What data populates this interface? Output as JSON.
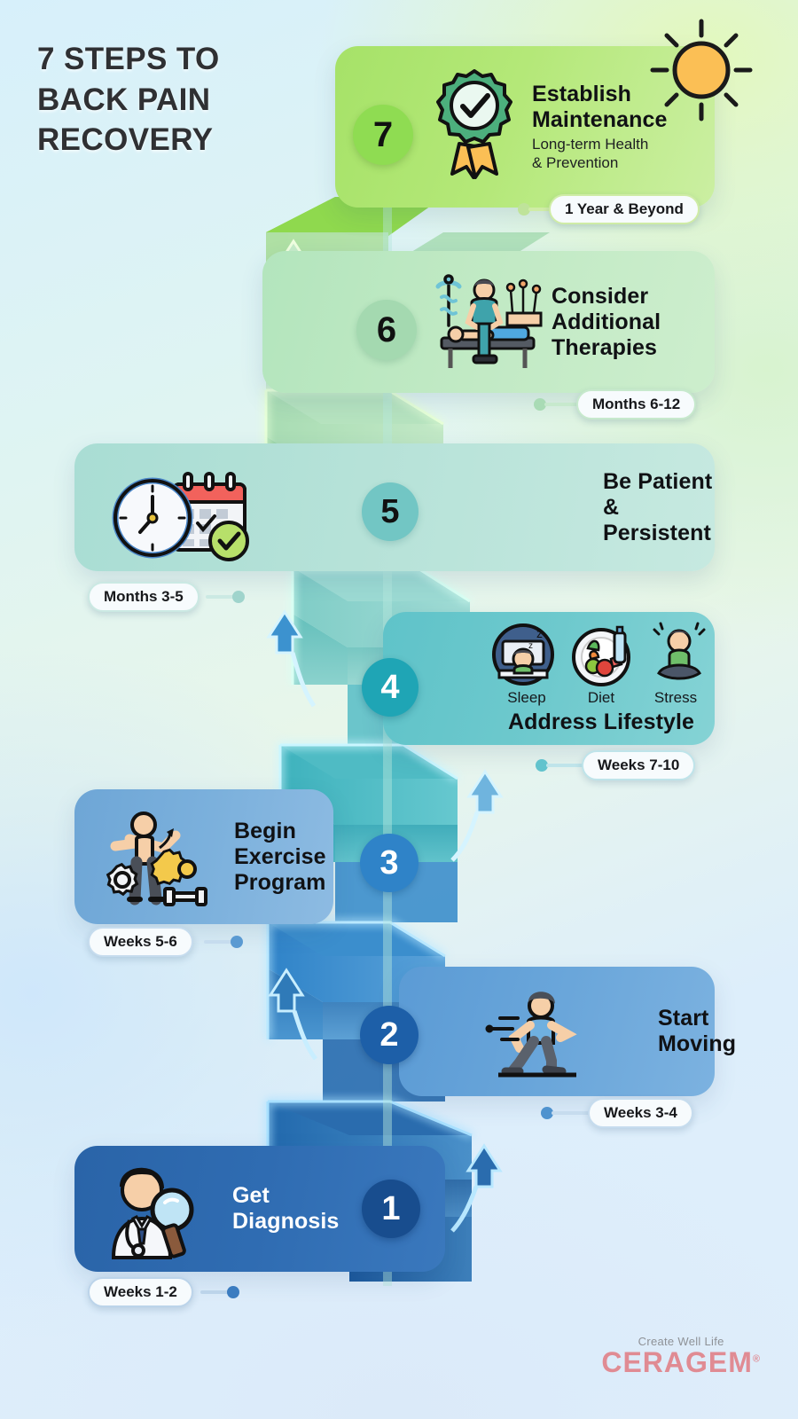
{
  "title": "7 STEPS TO BACK PAIN RECOVERY",
  "title_lines": [
    "7 STEPS TO",
    "BACK PAIN",
    "RECOVERY"
  ],
  "colors": {
    "step7": "#8fdc52",
    "step6": "#a4d9b0",
    "step5": "#72c6c4",
    "step4": "#1fa5b5",
    "step3": "#2f83c8",
    "step2": "#1d5fa8",
    "step1": "#184d8e",
    "brand": "#e08b93",
    "title": "#2f3033"
  },
  "steps": [
    {
      "number": "7",
      "title": "Establish\nMaintenance",
      "title_lines": [
        "Establish",
        "Maintenance"
      ],
      "subtitle_lines": [
        "Long-term Health",
        "& Prevention"
      ],
      "badge": "1 Year & Beyond",
      "side": "right",
      "icon": "award-medal-icon"
    },
    {
      "number": "6",
      "title_lines": [
        "Consider",
        "Additional",
        "Therapies"
      ],
      "badge": "Months 6-12",
      "side": "right",
      "icon": "massage-therapy-icon"
    },
    {
      "number": "5",
      "title_lines": [
        "Be Patient",
        "& Persistent"
      ],
      "badge": "Months 3-5",
      "side": "left",
      "icon": "clock-calendar-icon"
    },
    {
      "number": "4",
      "title_lines": [
        "Address Lifestyle"
      ],
      "badge": "Weeks 7-10",
      "side": "right",
      "icon": "lifestyle-icons",
      "sub_items": [
        "Sleep",
        "Diet",
        "Stress"
      ]
    },
    {
      "number": "3",
      "title_lines": [
        "Begin",
        "Exercise",
        "Program"
      ],
      "badge": "Weeks 5-6",
      "side": "left",
      "icon": "exercise-gears-icon"
    },
    {
      "number": "2",
      "title_lines": [
        "Start",
        "Moving"
      ],
      "badge": "Weeks 3-4",
      "side": "right",
      "icon": "walking-person-icon"
    },
    {
      "number": "1",
      "title_lines": [
        "Get",
        "Diagnosis"
      ],
      "badge": "Weeks 1-2",
      "side": "left",
      "icon": "doctor-magnifier-icon"
    }
  ],
  "decor": {
    "sun": "sun-icon"
  },
  "logo": {
    "tagline": "Create Well Life",
    "brand": "CERAGEM",
    "trademark": "®"
  }
}
